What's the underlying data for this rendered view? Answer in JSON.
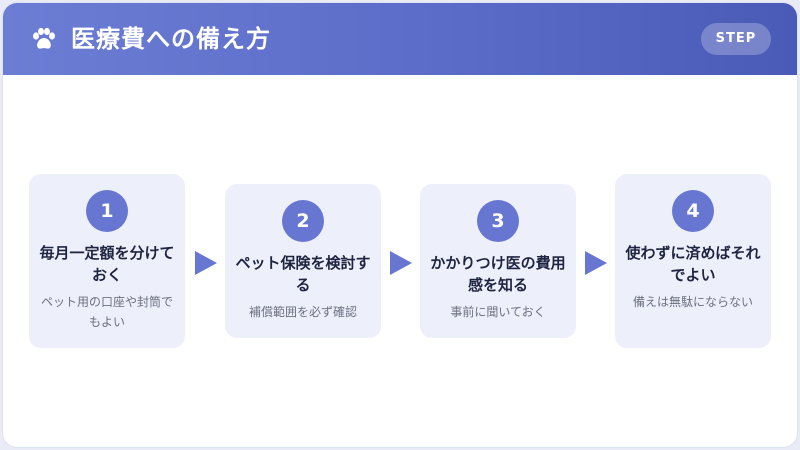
{
  "header": {
    "title": "医療費への備え方",
    "badge": "STEP",
    "icon": "paw-icon",
    "gradient": [
      "#6c7dd4",
      "#4a5ab7"
    ]
  },
  "steps": [
    {
      "number": "1",
      "title": "毎月一定額を分けておく",
      "desc": "ペット用の口座や封筒でもよい"
    },
    {
      "number": "2",
      "title": "ペット保険を検討する",
      "desc": "補償範囲を必ず確認"
    },
    {
      "number": "3",
      "title": "かかりつけ医の費用感を知る",
      "desc": "事前に聞いておく"
    },
    {
      "number": "4",
      "title": "使わずに済めばそれでよい",
      "desc": "備えは無駄にならない"
    }
  ],
  "colors": {
    "accent": "#6777d1",
    "card": "#edf0fb",
    "arrow": "#6777d1"
  }
}
